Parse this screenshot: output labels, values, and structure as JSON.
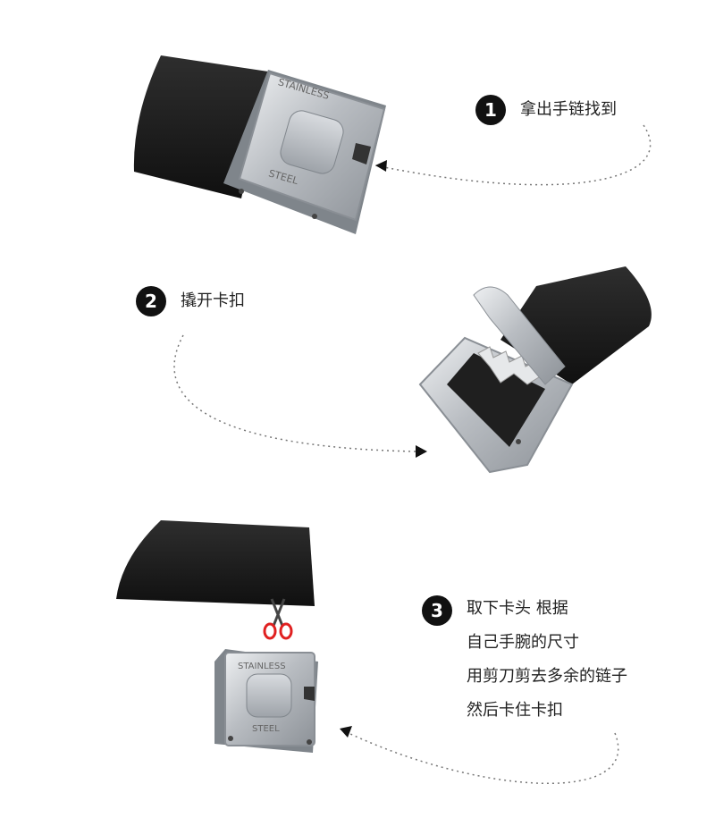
{
  "steps": [
    {
      "number": "1",
      "lines": [
        "拿出手链找到"
      ]
    },
    {
      "number": "2",
      "lines": [
        "撬开卡扣"
      ]
    },
    {
      "number": "3",
      "lines": [
        "取下卡头 根据",
        "自己手腕的尺寸",
        "用剪刀剪去多余的链子",
        "然后卡住卡扣"
      ]
    }
  ],
  "buckle": {
    "engraving_top": "STAINLESS",
    "engraving_bottom": "STEEL"
  },
  "colors": {
    "strap": "#1a1a1a",
    "metal": "#c9ccd0",
    "scissors": "#e02020",
    "badge": "#111111"
  },
  "icons": [
    "scissors-icon",
    "arrowhead-icon"
  ]
}
